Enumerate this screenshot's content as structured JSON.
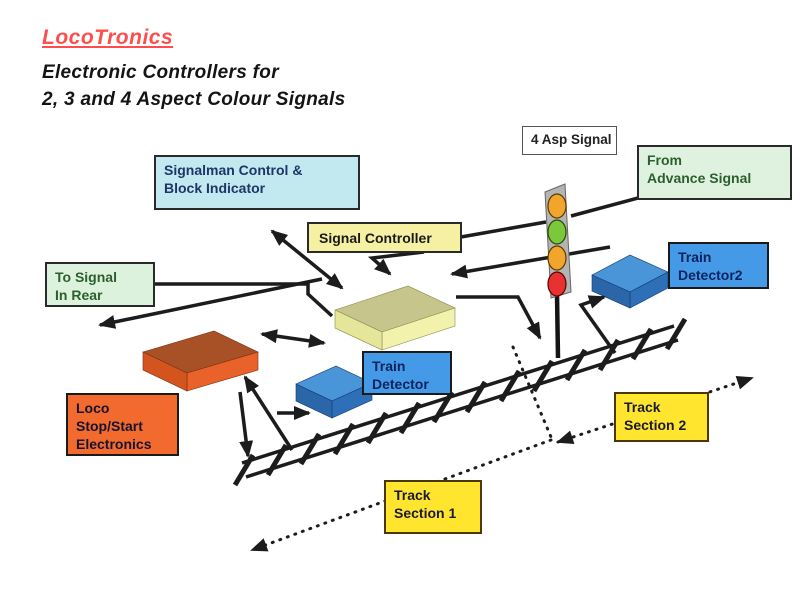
{
  "header": {
    "brand": "LocoTronics",
    "subtitle": "Electronic Controllers for\n2, 3 and 4  Aspect Colour Signals"
  },
  "labels": {
    "asp_signal": "4 Asp Signal",
    "from_advance": "From\nAdvance Signal",
    "signalman": "Signalman Control &\nBlock Indicator",
    "signal_controller": "Signal Controller",
    "train_detector2": "Train\nDetector2",
    "to_signal_in_rear": "To Signal\nIn Rear",
    "loco_stop": "Loco\nStop/Start\nElectronics",
    "train_detector": "Train\nDetector",
    "track_section2": "Track\nSection 2",
    "track_section1": "Track\nSection 1"
  },
  "signal": {
    "name": "4 aspect colour signal",
    "aspects": [
      "yellow",
      "green",
      "yellow",
      "red"
    ],
    "aspect_colors": [
      "#f2a52c",
      "#7cc83c",
      "#f2a52c",
      "#e83232"
    ]
  },
  "colors": {
    "brand_red": "#ff4d4d",
    "green_box": "#ddf2dd",
    "blue_box": "#449ae6",
    "cyan_box": "#c2e8f0",
    "yellow_label": "#f6f0a2",
    "track_section_yellow": "#ffe52e",
    "loco_orange": "#f26a2e",
    "device_orange": "#e8622a",
    "device_yellow": "#f2f2ac",
    "device_blue": "#2e70b8",
    "arrow_black": "#1c1c1c"
  }
}
